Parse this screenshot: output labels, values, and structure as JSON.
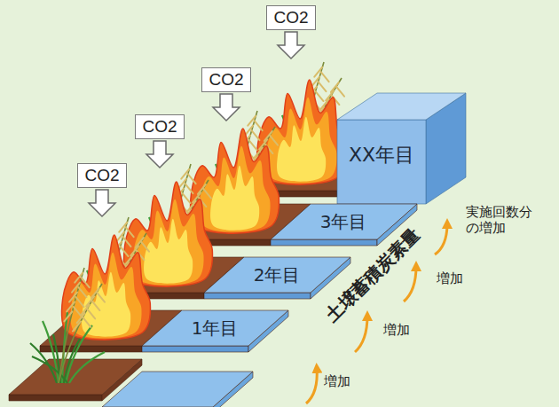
{
  "diagram": {
    "nodes": [
      {
        "text": [
          "CO2"
        ]
      },
      {
        "text": [
          "CO2"
        ]
      },
      {
        "text": [
          "CO2"
        ]
      },
      {
        "text": [
          "CO2"
        ]
      },
      {
        "text": [
          "1年目"
        ]
      },
      {
        "text": [
          "2年目"
        ]
      },
      {
        "text": [
          "3年目"
        ]
      },
      {
        "text": [
          "XX年目"
        ]
      }
    ],
    "labels": [
      "土壌蓄積炭素量",
      "増加",
      "増加",
      "増加",
      "実施回数分 の増加"
    ]
  }
}
